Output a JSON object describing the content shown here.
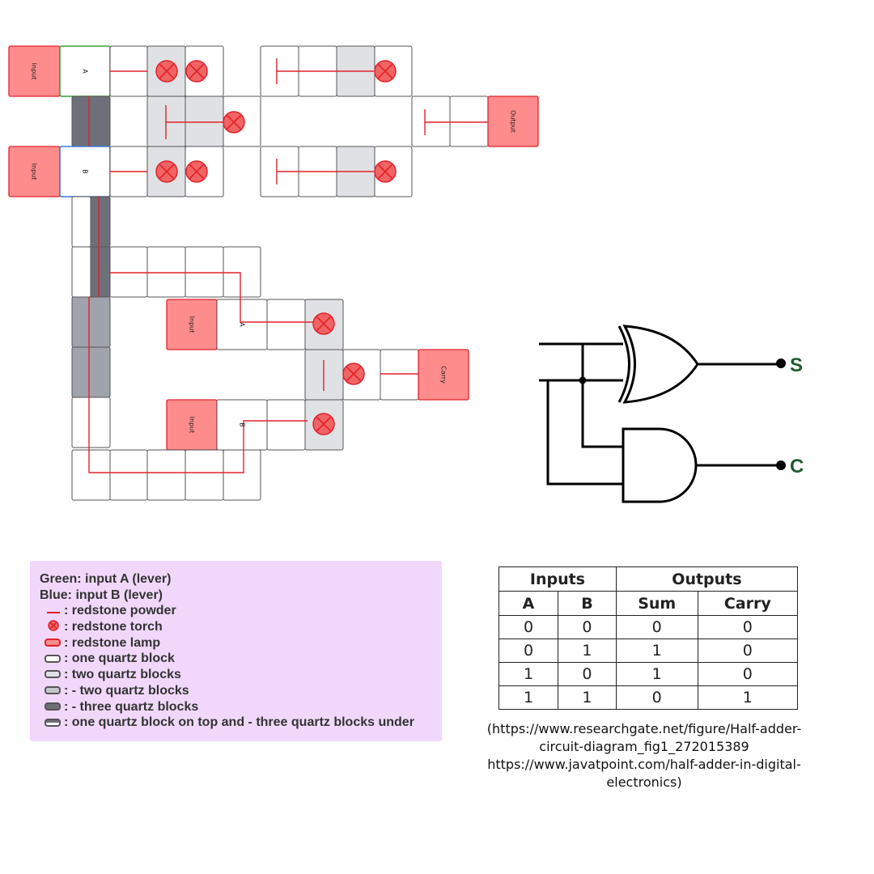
{
  "circuit": {
    "labels": {
      "input": "Input",
      "output": "Output",
      "carry": "Carry",
      "a": "A",
      "b": "B"
    }
  },
  "gate_diagram": {
    "sum_label": "S",
    "carry_label": "C"
  },
  "legend": {
    "items": [
      {
        "symbol": "none",
        "text": "Green: input A (lever)"
      },
      {
        "symbol": "none",
        "text": "Blue: input B (lever)"
      },
      {
        "symbol": "redstone-powder",
        "text": ": redstone powder"
      },
      {
        "symbol": "redstone-torch",
        "text": ": redstone torch"
      },
      {
        "symbol": "redstone-lamp",
        "text": ": redstone lamp"
      },
      {
        "symbol": "one-quartz",
        "text": ": one quartz block"
      },
      {
        "symbol": "two-quartz",
        "text": ": two quartz blocks"
      },
      {
        "symbol": "minus-two-quartz",
        "text": ": - two quartz blocks"
      },
      {
        "symbol": "minus-three-quartz",
        "text": ": - three quartz blocks"
      },
      {
        "symbol": "one-on-three",
        "text": ": one quartz block on top and - three quartz blocks under"
      }
    ]
  },
  "truth_table": {
    "group_headers": [
      "Inputs",
      "Outputs"
    ],
    "columns": [
      "A",
      "B",
      "Sum",
      "Carry"
    ],
    "rows": [
      [
        "0",
        "0",
        "0",
        "0"
      ],
      [
        "0",
        "1",
        "1",
        "0"
      ],
      [
        "1",
        "0",
        "1",
        "0"
      ],
      [
        "1",
        "1",
        "0",
        "1"
      ]
    ]
  },
  "source": {
    "line1": "(https://www.researchgate.net/figure/Half-adder-",
    "line2": "circuit-diagram_fig1_272015389",
    "line3": "https://www.javatpoint.com/half-adder-in-digital-",
    "line4": "electronics)"
  },
  "colors": {
    "redstone": "#e2222b",
    "lamp": "#ff8c8c",
    "torch": "#f06464",
    "quartz_two": "#dfe1e5",
    "quartz_minus_two": "#9fa3ac",
    "quartz_minus_three": "#6d7079",
    "lever_a": "#3aa03a",
    "lever_b": "#3a7ad8",
    "legend_bg": "#f1d8fb",
    "gate_label": "#1f5c2e"
  }
}
